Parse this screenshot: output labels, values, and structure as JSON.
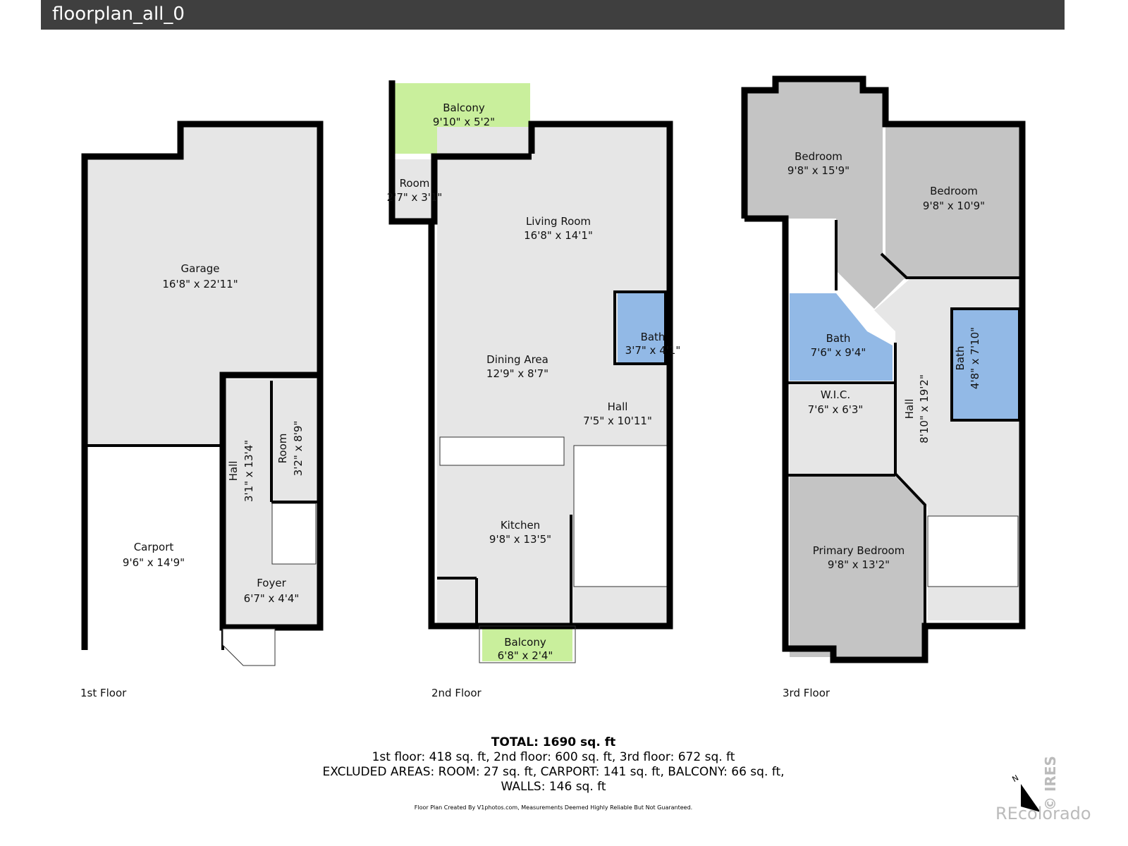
{
  "title": "floorplan_all_0",
  "colors": {
    "room_gray": "#e6e6e6",
    "bedroom_gray": "#c4c4c4",
    "bath_blue": "#92b9e6",
    "balcony_green": "#c9ef9c",
    "wall": "#000000"
  },
  "floors": [
    {
      "label": "1st Floor",
      "rooms": [
        {
          "name": "Garage",
          "dims": "16'8\" x 22'11\""
        },
        {
          "name": "Carport",
          "dims": "9'6\" x 14'9\""
        },
        {
          "name": "Hall",
          "dims": "3'1\" x 13'4\""
        },
        {
          "name": "Room",
          "dims": "3'2\" x 8'9\""
        },
        {
          "name": "Foyer",
          "dims": "6'7\" x 4'4\""
        }
      ]
    },
    {
      "label": "2nd Floor",
      "rooms": [
        {
          "name": "Balcony",
          "dims": "9'10\" x 5'2\""
        },
        {
          "name": "Room",
          "dims": "2'7\" x 3'1\""
        },
        {
          "name": "Living Room",
          "dims": "16'8\" x 14'1\""
        },
        {
          "name": "Bath",
          "dims": "3'7\" x 4'1\""
        },
        {
          "name": "Dining Area",
          "dims": "12'9\" x 8'7\""
        },
        {
          "name": "Hall",
          "dims": "7'5\" x 10'11\""
        },
        {
          "name": "Kitchen",
          "dims": "9'8\" x 13'5\""
        },
        {
          "name": "Balcony",
          "dims": "6'8\" x 2'4\""
        }
      ]
    },
    {
      "label": "3rd Floor",
      "rooms": [
        {
          "name": "Bedroom",
          "dims": "9'8\" x 15'9\""
        },
        {
          "name": "Bedroom",
          "dims": "9'8\" x 10'9\""
        },
        {
          "name": "Bath",
          "dims": "7'6\" x 9'4\""
        },
        {
          "name": "W.I.C.",
          "dims": "7'6\" x 6'3\""
        },
        {
          "name": "Hall",
          "dims": "8'10\" x 19'2\""
        },
        {
          "name": "Bath",
          "dims": "4'8\" x 7'10\""
        },
        {
          "name": "Primary Bedroom",
          "dims": "9'8\" x 13'2\""
        }
      ]
    }
  ],
  "summary": {
    "total": "TOTAL: 1690 sq. ft",
    "line1": "1st floor: 418 sq. ft, 2nd floor: 600 sq. ft, 3rd floor: 672 sq. ft",
    "line2": "EXCLUDED AREAS: ROOM: 27 sq. ft, CARPORT: 141 sq. ft, BALCONY: 66 sq. ft,",
    "line3": "WALLS: 146 sq. ft",
    "credit": "Floor Plan Created By V1photos.com, Measurements Deemed Highly Reliable But Not Guaranteed."
  },
  "compass": "N",
  "watermark": {
    "ires": "© IRES",
    "recolorado": "REcolorado"
  }
}
